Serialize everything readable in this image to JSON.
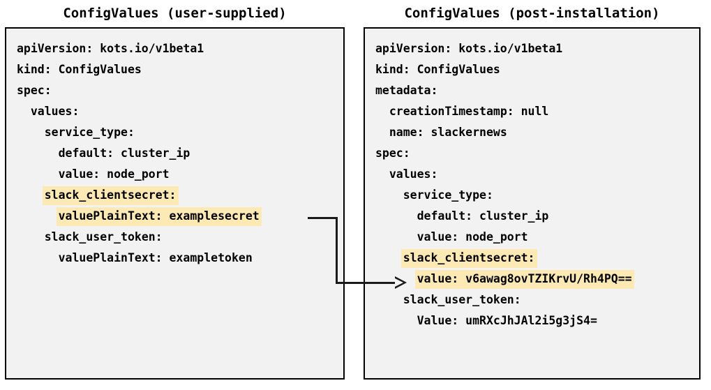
{
  "diagram": {
    "type": "two-panel-yaml-comparison",
    "highlight_color": "#fde9b4",
    "panel_background": "#f2f2f2",
    "border_color": "#000000",
    "connector_color": "#1a1a1a"
  },
  "left_panel": {
    "title": "ConfigValues (user-supplied)",
    "lines": [
      {
        "text": "apiVersion: kots.io/v1beta1",
        "highlight": false
      },
      {
        "text": "kind: ConfigValues",
        "highlight": false
      },
      {
        "text": "spec:",
        "highlight": false
      },
      {
        "text": "  values:",
        "highlight": false
      },
      {
        "text": "    service_type:",
        "highlight": false
      },
      {
        "text": "      default: cluster_ip",
        "highlight": false
      },
      {
        "text": "      value: node_port",
        "highlight": false
      },
      {
        "text": "    slack_clientsecret:",
        "highlight": true
      },
      {
        "text": "      valuePlainText: examplesecret",
        "highlight": true
      },
      {
        "text": "    slack_user_token:",
        "highlight": false
      },
      {
        "text": "      valuePlainText: exampletoken",
        "highlight": false
      }
    ]
  },
  "right_panel": {
    "title": "ConfigValues (post-installation)",
    "lines": [
      {
        "text": "apiVersion: kots.io/v1beta1",
        "highlight": false
      },
      {
        "text": "kind: ConfigValues",
        "highlight": false
      },
      {
        "text": "metadata:",
        "highlight": false
      },
      {
        "text": "  creationTimestamp: null",
        "highlight": false
      },
      {
        "text": "  name: slackernews",
        "highlight": false
      },
      {
        "text": "spec:",
        "highlight": false
      },
      {
        "text": "  values:",
        "highlight": false
      },
      {
        "text": "    service_type:",
        "highlight": false
      },
      {
        "text": "      default: cluster_ip",
        "highlight": false
      },
      {
        "text": "      value: node_port",
        "highlight": false
      },
      {
        "text": "    slack_clientsecret:",
        "highlight": true
      },
      {
        "text": "      value: v6awag8ovTZIKrvU/Rh4PQ==",
        "highlight": true
      },
      {
        "text": "    slack_user_token:",
        "highlight": false
      },
      {
        "text": "      Value: umRXcJhJAl2i5g3jS4=",
        "highlight": false
      }
    ]
  },
  "connector": {
    "from": "left_panel.lines.8",
    "to": "right_panel.lines.11",
    "arrow_style": "hollow-triangle"
  }
}
